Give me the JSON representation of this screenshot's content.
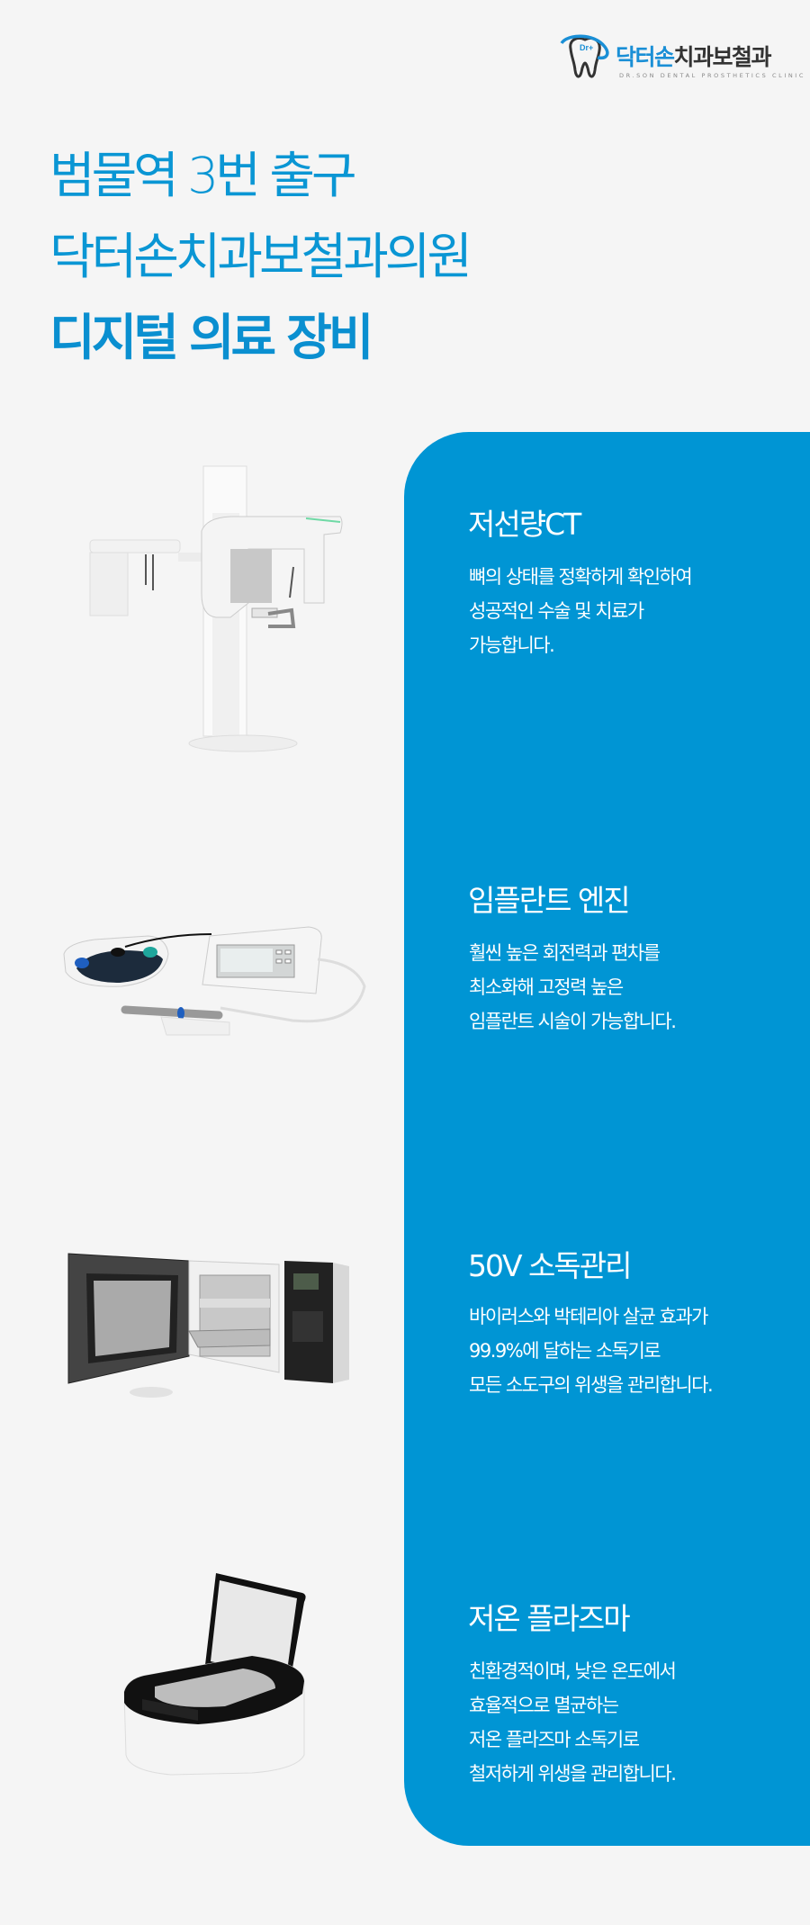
{
  "logo": {
    "badge": "Dr+",
    "name_blue": "닥터손",
    "name_dark": "치과보철과",
    "subtitle": "DR.SON DENTAL PROSTHETICS CLINIC"
  },
  "headline": {
    "line1": "범물역 3번 출구",
    "line2": "닥터손치과보철과의원",
    "line3": "디지털 의료 장비"
  },
  "colors": {
    "brand_blue": "#0095d4",
    "background": "#f5f5f5",
    "text_on_blue": "#ffffff"
  },
  "equipment": [
    {
      "title": "저선량CT",
      "description": [
        "뼈의 상태를 정확하게 확인하여",
        "성공적인 수술 및 치료가",
        "가능합니다."
      ],
      "image": "panoramic-ct-scanner"
    },
    {
      "title": "임플란트 엔진",
      "description": [
        "훨씬 높은 회전력과 편차를",
        "최소화해 고정력 높은",
        "임플란트 시술이 가능합니다."
      ],
      "image": "implant-engine"
    },
    {
      "title": "50V 소독관리",
      "description": [
        "바이러스와 박테리아 살균 효과가",
        "99.9%에 달하는 소독기로",
        "모든 소도구의 위생을 관리합니다."
      ],
      "image": "autoclave-sterilizer"
    },
    {
      "title": "저온 플라즈마",
      "description": [
        "친환경적이며, 낮은 온도에서",
        "효율적으로 멸균하는",
        "저온 플라즈마 소독기로",
        "철저하게 위생을 관리합니다."
      ],
      "image": "plasma-sterilizer"
    }
  ]
}
